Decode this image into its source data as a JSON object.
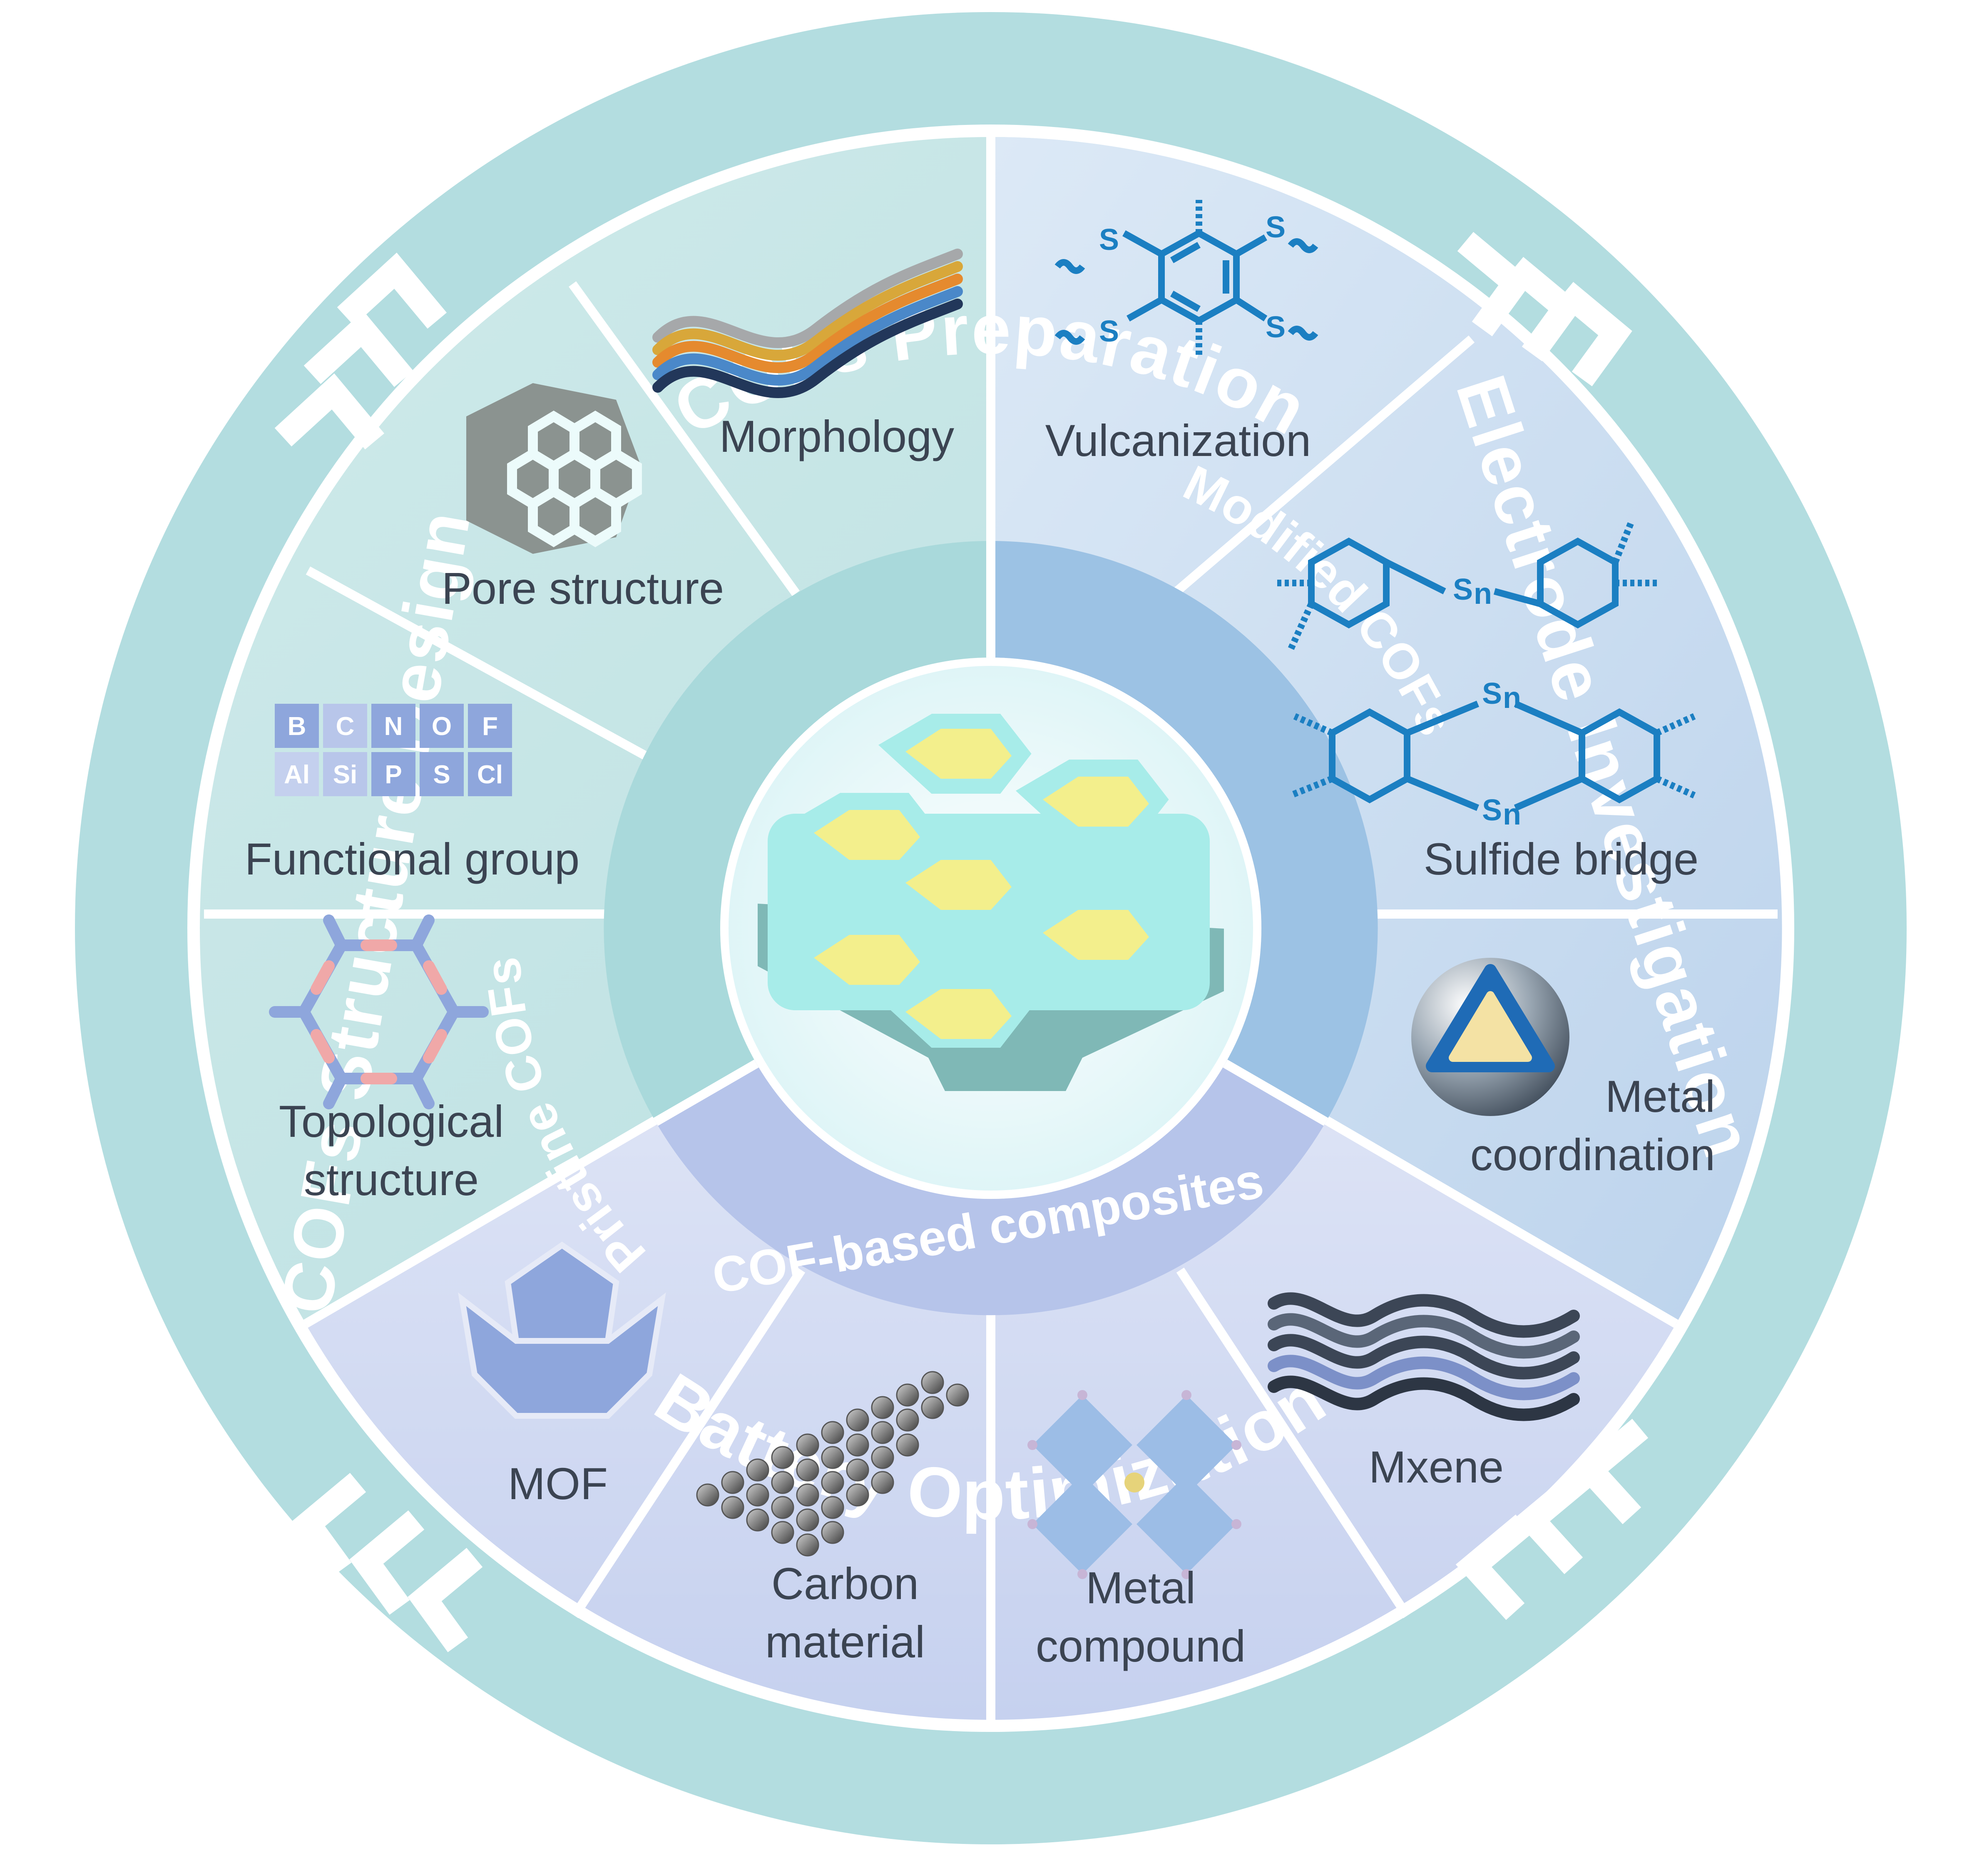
{
  "outer_ring": {
    "top": "COFs Preparation",
    "right": "Electrode Investigation",
    "bottom": "Battery Optimization",
    "left": "COFs Structure Design"
  },
  "inner_ring": {
    "pristine": "Pristine COFs",
    "modified": "Modified COFs",
    "composites": "COF-based composites"
  },
  "segments": {
    "morphology": "Morphology",
    "pore_structure": "Pore structure",
    "functional_group": "Functional group",
    "topological_1": "Topological",
    "topological_2": "structure",
    "vulcanization": "Vulcanization",
    "sulfide_bridge": "Sulfide bridge",
    "metal_coord_1": "Metal",
    "metal_coord_2": "coordination",
    "mof": "MOF",
    "carbon_1": "Carbon",
    "carbon_2": "material",
    "metal_comp_1": "Metal",
    "metal_comp_2": "compound",
    "mxene": "Mxene"
  },
  "elements": {
    "row1": [
      "B",
      "C",
      "N",
      "O",
      "F"
    ],
    "row2": [
      "Al",
      "Si",
      "P",
      "S",
      "Cl"
    ]
  },
  "chem_labels": {
    "s": "S",
    "sn": "S",
    "n": "n"
  },
  "colors": {
    "outer_ring": "#b3dde0",
    "pristine": "#a9d9db",
    "modified": "#9cc2e4",
    "composites": "#b6c4ea",
    "chem_blue": "#1b7fc2"
  }
}
